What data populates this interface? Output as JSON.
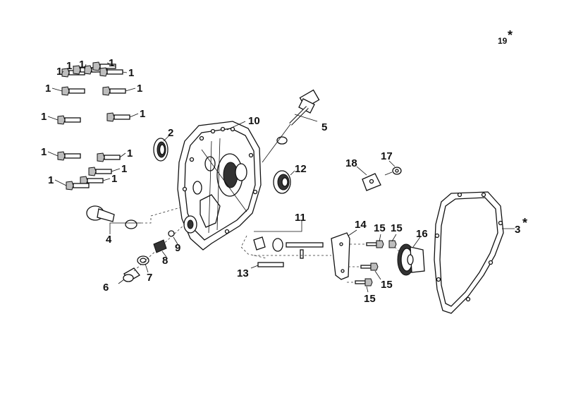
{
  "diagram": {
    "assembly_mark": {
      "number": "19",
      "star": "*"
    },
    "gasket_mark": {
      "number": "3",
      "star": "*"
    },
    "callouts": {
      "bolt": "1",
      "oil_seal": "2",
      "shaft": "5",
      "dipstick": "4",
      "drain_plug": "6",
      "washer": "7",
      "spring": "8",
      "ball": "9",
      "cover": "10",
      "gear_shaft": "11",
      "bearing": "12",
      "pin": "13",
      "plate": "14",
      "screw": "15",
      "governor_gear": "16",
      "clip_screw": "17",
      "clip": "18"
    }
  }
}
